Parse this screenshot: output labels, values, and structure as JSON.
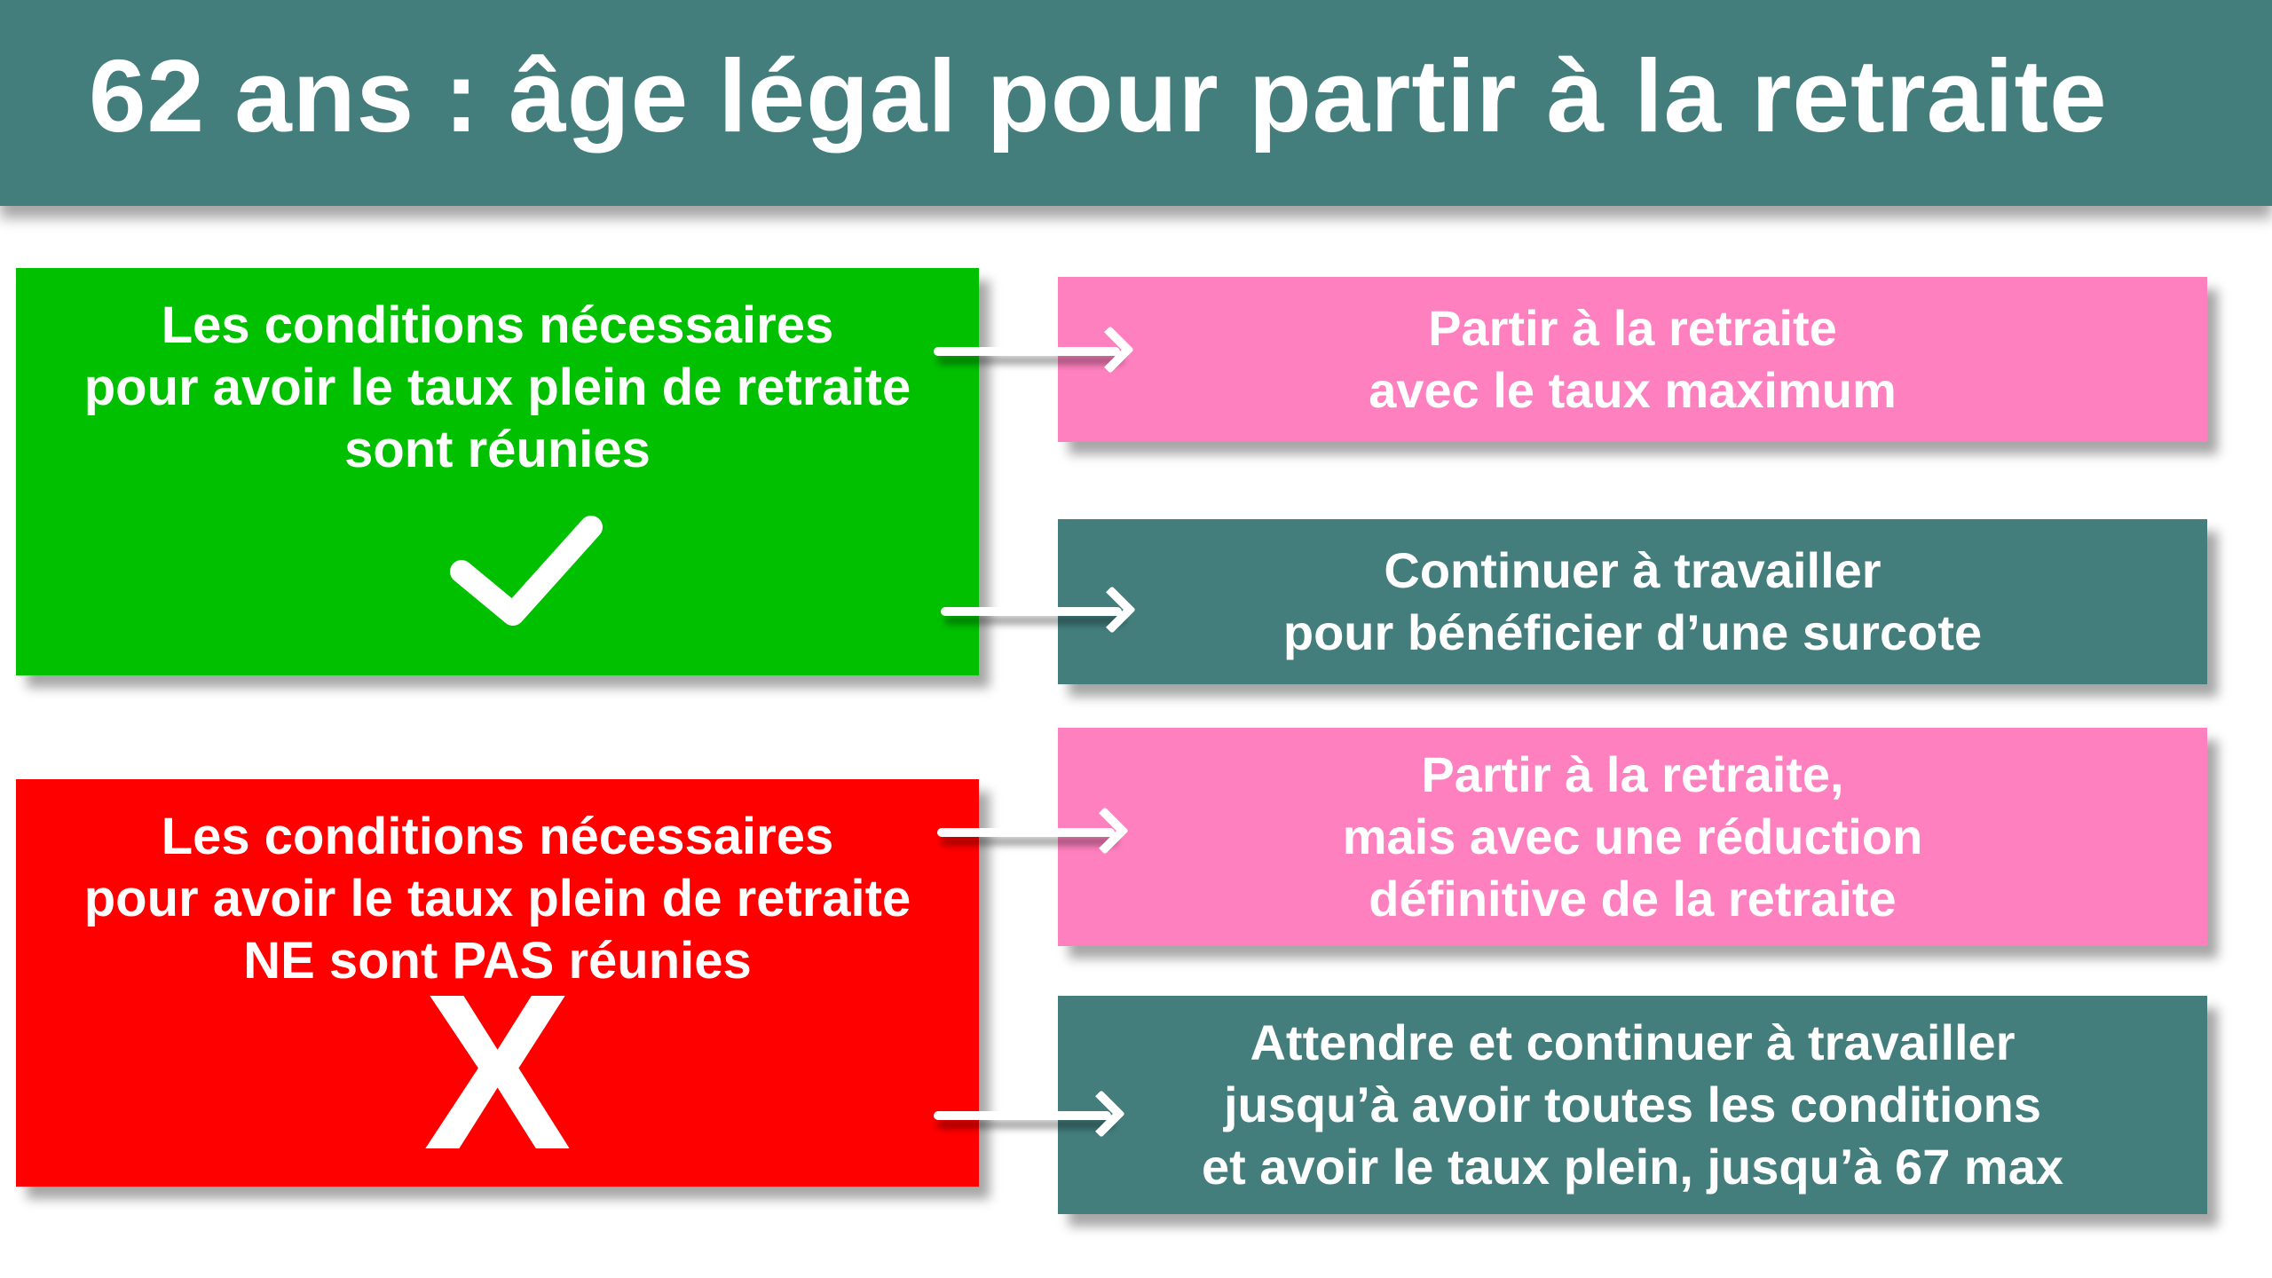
{
  "header": {
    "title": "62 ans : âge légal pour partir à la retraite"
  },
  "colors": {
    "header": "#437E7D",
    "green": "#00C000",
    "red": "#FF0000",
    "pink": "#FF80BF",
    "teal": "#437E7D"
  },
  "conditions": [
    {
      "lines": [
        "Les conditions nécessaires",
        "pour avoir le taux plein de retraite",
        "sont réunies"
      ],
      "icon": "checkmark-icon"
    },
    {
      "lines": [
        "Les conditions nécessaires",
        "pour avoir le taux plein de retraite",
        "NE sont PAS réunies"
      ],
      "icon": "x-icon",
      "icon_text": "X"
    }
  ],
  "options": [
    {
      "lines": [
        "Partir à la retraite",
        "avec le taux maximum"
      ]
    },
    {
      "lines": [
        "Continuer à travailler",
        "pour bénéficier d’une surcote"
      ]
    },
    {
      "lines": [
        "Partir à la retraite,",
        "mais avec une réduction",
        "définitive de la retraite"
      ]
    },
    {
      "lines": [
        "Attendre et continuer à travailler",
        "jusqu’à avoir toutes les conditions",
        "et avoir le taux plein, jusqu’à 67 max"
      ]
    }
  ]
}
